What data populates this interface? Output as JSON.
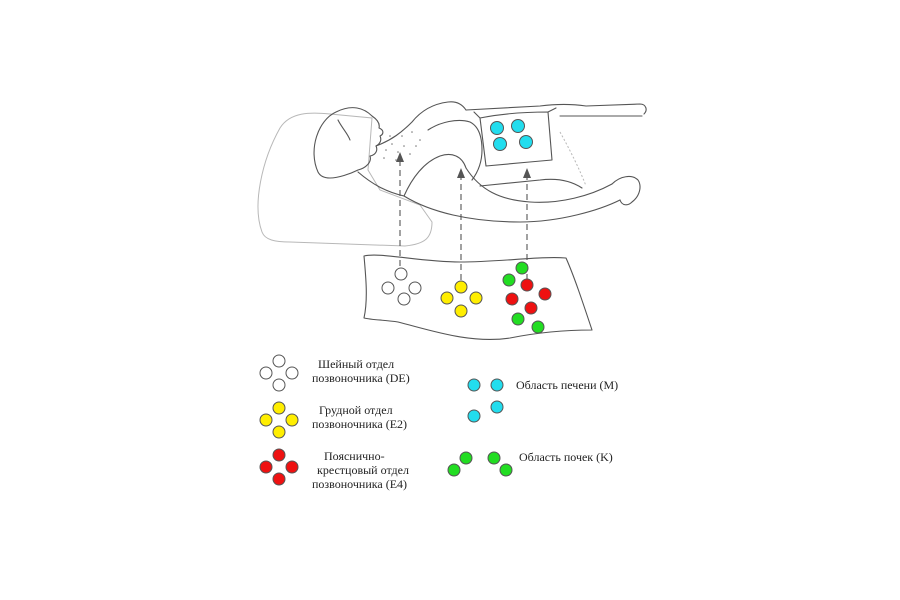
{
  "colors": {
    "white": "#ffffff",
    "yellow": "#ffee00",
    "red": "#ee1111",
    "cyan": "#22ddee",
    "green": "#22dd22"
  },
  "legend": [
    {
      "key": "cervical",
      "color_key": "white",
      "lines": [
        "Шейный отдел",
        "позвоночника (DE)"
      ]
    },
    {
      "key": "thoracic",
      "color_key": "yellow",
      "lines": [
        "Грудной отдел",
        "позвоночника (E2)"
      ]
    },
    {
      "key": "lumbosacral",
      "color_key": "red",
      "lines": [
        "Пояснично-",
        "крестцовый отдел",
        "позвоночника (E4)"
      ]
    },
    {
      "key": "liver",
      "color_key": "cyan",
      "lines": [
        "Область печени (M)"
      ]
    },
    {
      "key": "kidney",
      "color_key": "green",
      "lines": [
        "Область почек (K)"
      ]
    }
  ]
}
